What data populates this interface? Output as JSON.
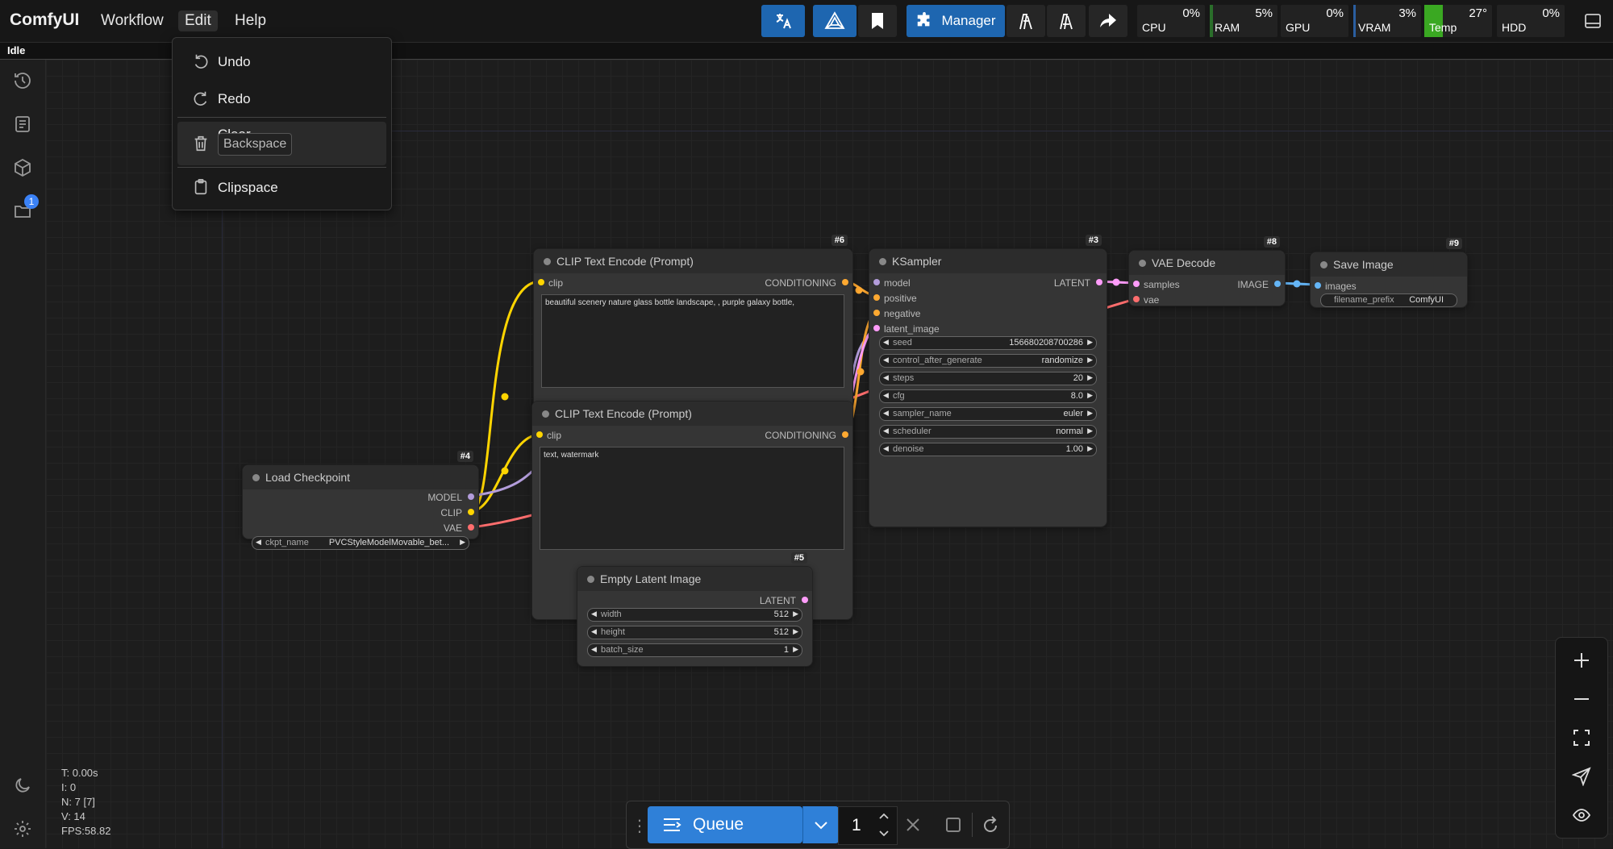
{
  "app": {
    "brand": "ComfyUI",
    "status": "Idle",
    "menus": [
      "Workflow",
      "Edit",
      "Help"
    ],
    "manager_label": "Manager",
    "sidebar_badge": "1"
  },
  "monitors": [
    {
      "label": "CPU",
      "value": "0%",
      "level": 0
    },
    {
      "label": "RAM",
      "value": "5%",
      "level": 0.05
    },
    {
      "label": "GPU",
      "value": "0%",
      "level": 0
    },
    {
      "label": "VRAM",
      "value": "3%",
      "level": 0.03
    },
    {
      "label": "Temp",
      "value": "27°",
      "level": 0.27
    },
    {
      "label": "HDD",
      "value": "0%",
      "level": 0
    }
  ],
  "edit_menu": {
    "undo": "Undo",
    "redo": "Redo",
    "clear": "Clear Workflow",
    "clear_shortcut": "Backspace",
    "clipspace": "Clipspace"
  },
  "nodes": {
    "clip_pos": {
      "id": "#6",
      "title": "CLIP Text Encode (Prompt)",
      "input": "clip",
      "output": "CONDITIONING",
      "text": "beautiful scenery nature glass bottle landscape, , purple galaxy bottle,"
    },
    "clip_neg": {
      "title": "CLIP Text Encode (Prompt)",
      "input": "clip",
      "output": "CONDITIONING",
      "text": "text, watermark"
    },
    "ksampler": {
      "id": "#3",
      "title": "KSampler",
      "inputs": [
        "model",
        "positive",
        "negative",
        "latent_image"
      ],
      "output": "LATENT",
      "widgets": [
        {
          "label": "seed",
          "value": "156680208700286"
        },
        {
          "label": "control_after_generate",
          "value": "randomize"
        },
        {
          "label": "steps",
          "value": "20"
        },
        {
          "label": "cfg",
          "value": "8.0"
        },
        {
          "label": "sampler_name",
          "value": "euler"
        },
        {
          "label": "scheduler",
          "value": "normal"
        },
        {
          "label": "denoise",
          "value": "1.00"
        }
      ]
    },
    "vae_decode": {
      "id": "#8",
      "title": "VAE Decode",
      "inputs": [
        "samples",
        "vae"
      ],
      "output": "IMAGE"
    },
    "save_image": {
      "id": "#9",
      "title": "Save Image",
      "input": "images",
      "widget_label": "filename_prefix",
      "widget_value": "ComfyUI"
    },
    "load_checkpoint": {
      "id": "#4",
      "title": "Load Checkpoint",
      "outputs": [
        "MODEL",
        "CLIP",
        "VAE"
      ],
      "widget_label": "ckpt_name",
      "widget_value": "PVCStyleModelMovable_bet..."
    },
    "empty_latent": {
      "id": "#5",
      "title": "Empty Latent Image",
      "output": "LATENT",
      "widgets": [
        {
          "label": "width",
          "value": "512"
        },
        {
          "label": "height",
          "value": "512"
        },
        {
          "label": "batch_size",
          "value": "1"
        }
      ]
    }
  },
  "stats": [
    "T: 0.00s",
    "I: 0",
    "N: 7 [7]",
    "V: 14",
    "FPS:58.82"
  ],
  "queue": {
    "label": "Queue",
    "count": "1"
  },
  "colors": {
    "accent": "#1e66b0",
    "clip": "#ffd500",
    "model": "#b39ddb",
    "vae": "#ff6e6e",
    "latent": "#ff9cf9",
    "image": "#64b5f6",
    "conditioning": "#ffa931"
  }
}
